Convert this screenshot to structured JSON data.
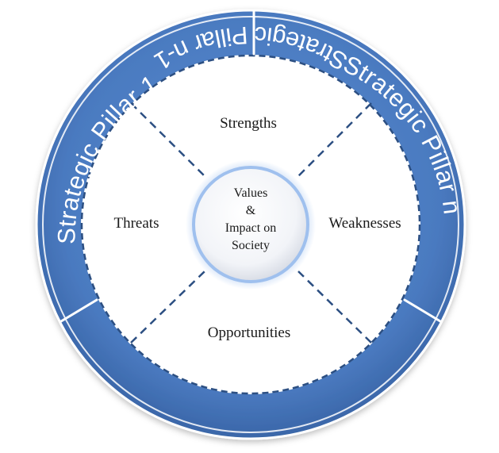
{
  "pillars": {
    "top_left": "Strategic Pillar 1",
    "right": "Strategic Pillar n",
    "bottom": "Strategic Pillar n-1"
  },
  "quadrants": {
    "top": "Strengths",
    "right": "Weaknesses",
    "bottom": "Opportunities",
    "left": "Threats"
  },
  "center": {
    "line1": "Values",
    "line2": "&",
    "line3": "Impact on",
    "line4": "Society"
  },
  "colors": {
    "ring": "#4a7ac0",
    "ring_dark": "#3a66a8",
    "divider": "#2c4f82",
    "glow": "#9fc0ee"
  }
}
